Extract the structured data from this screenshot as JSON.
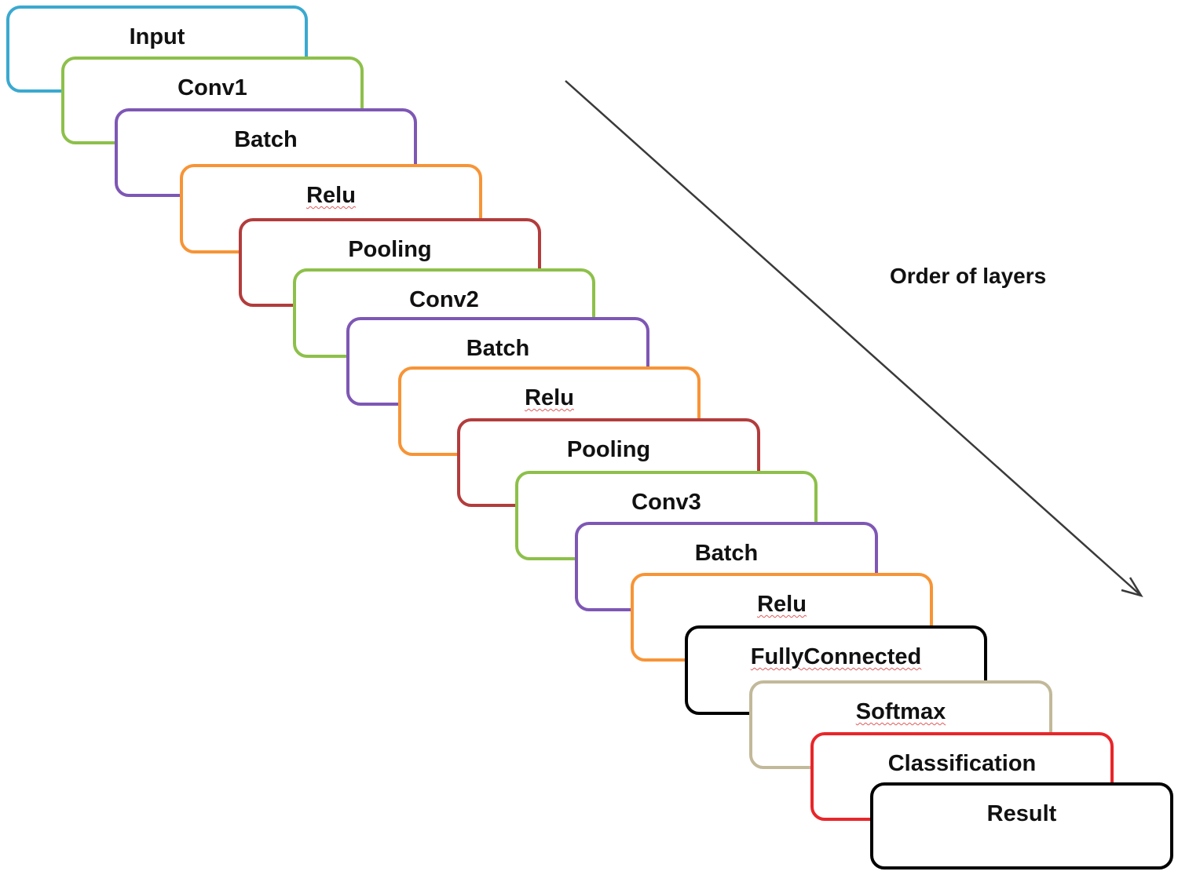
{
  "order_label": "Order of layers",
  "layers": [
    {
      "label": "Input",
      "color": "#3aa9d0",
      "squiggle": false
    },
    {
      "label": "Conv1",
      "color": "#8dc04a",
      "squiggle": false
    },
    {
      "label": "Batch",
      "color": "#7e57b5",
      "squiggle": false
    },
    {
      "label": "Relu",
      "color": "#f79436",
      "squiggle": true
    },
    {
      "label": "Pooling",
      "color": "#b33c3c",
      "squiggle": false
    },
    {
      "label": "Conv2",
      "color": "#8dc04a",
      "squiggle": false
    },
    {
      "label": "Batch",
      "color": "#7e57b5",
      "squiggle": false
    },
    {
      "label": "Relu",
      "color": "#f79436",
      "squiggle": true
    },
    {
      "label": "Pooling",
      "color": "#b33c3c",
      "squiggle": false
    },
    {
      "label": "Conv3",
      "color": "#8dc04a",
      "squiggle": false
    },
    {
      "label": "Batch",
      "color": "#7e57b5",
      "squiggle": false
    },
    {
      "label": "Relu",
      "color": "#f79436",
      "squiggle": true
    },
    {
      "label": "FullyConnected",
      "color": "#000000",
      "squiggle": true
    },
    {
      "label": "Softmax",
      "color": "#c2b99a",
      "squiggle": true
    },
    {
      "label": "Classification",
      "color": "#e8262a",
      "squiggle": false
    },
    {
      "label": "Result",
      "color": "#000000",
      "squiggle": false
    }
  ]
}
